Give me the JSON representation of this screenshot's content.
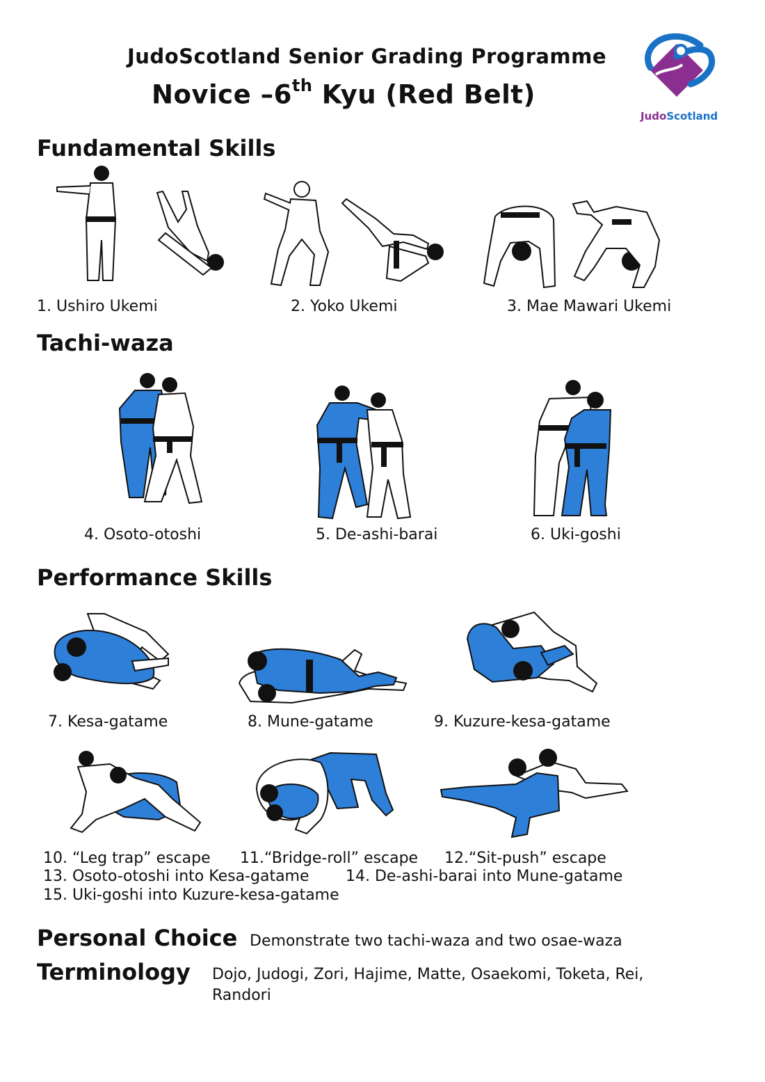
{
  "header": {
    "title": "JudoScotland Senior Grading Programme",
    "subtitle_pre": "Novice –6",
    "subtitle_sup": "th",
    "subtitle_post": " Kyu (Red Belt)"
  },
  "logo": {
    "text_a": "Judo",
    "text_b": "Scotland",
    "colors": {
      "blue": "#1a72c6",
      "purple": "#8a2f8f"
    },
    "icon": "judoscotland-logo"
  },
  "colors": {
    "gi_blue": "#2e7fd8",
    "gi_white": "#ffffff",
    "outline": "#111111"
  },
  "sections": {
    "fundamental": {
      "heading": "Fundamental Skills",
      "items": [
        "1. Ushiro Ukemi",
        "2. Yoko Ukemi",
        "3. Mae Mawari Ukemi"
      ]
    },
    "tachiwaza": {
      "heading": "Tachi-waza",
      "items": [
        "4. Osoto-otoshi",
        "5. De-ashi-barai",
        "6. Uki-goshi"
      ]
    },
    "performance": {
      "heading": "Performance Skills",
      "items": [
        "7. Kesa-gatame",
        "8. Mune-gatame",
        "9. Kuzure-kesa-gatame",
        "10. “Leg trap” escape",
        "11.“Bridge-roll” escape",
        "12.“Sit-push” escape",
        "13. Osoto-otoshi into Kesa-gatame",
        "14. De-ashi-barai into Mune-gatame",
        "15. Uki-goshi into Kuzure-kesa-gatame"
      ]
    },
    "personal": {
      "heading": "Personal Choice",
      "text": "Demonstrate two tachi-waza and two osae-waza"
    },
    "terminology": {
      "heading": "Terminology",
      "line1": "Dojo, Judogi, Zori, Hajime, Matte, Osaekomi, Toketa, Rei,",
      "line2": "Randori"
    }
  }
}
